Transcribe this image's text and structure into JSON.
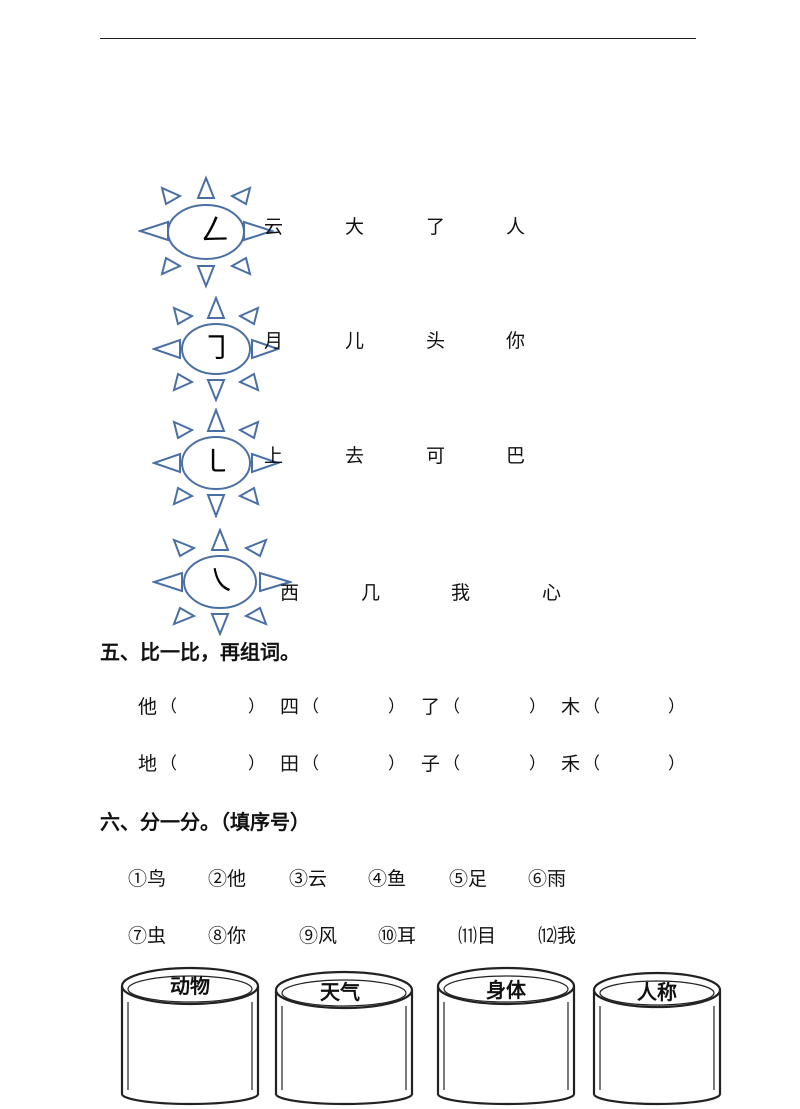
{
  "strokes": [
    {
      "glyph": "ㄥ",
      "chars": [
        "云",
        "大",
        "了",
        "人"
      ]
    },
    {
      "glyph": "㇆",
      "chars": [
        "月",
        "儿",
        "头",
        "你"
      ]
    },
    {
      "glyph": "㇄",
      "chars": [
        "上",
        "去",
        "可",
        "巴"
      ]
    },
    {
      "glyph": "㇏",
      "chars": [
        "西",
        "几",
        "我",
        "心"
      ]
    }
  ],
  "section5": {
    "title": "五、比一比，再组词。",
    "rows": [
      [
        "他",
        "四",
        "了",
        "木"
      ],
      [
        "地",
        "田",
        "子",
        "禾"
      ]
    ],
    "open": "（",
    "close": "）"
  },
  "section6": {
    "title": "六、分一分。（填序号）",
    "options_row1": [
      "①鸟",
      "②他",
      "③云",
      "④鱼",
      "⑤足",
      "⑥雨"
    ],
    "options_row2": [
      "⑦虫",
      "⑧你",
      "⑨风",
      "⑩耳",
      "⑾目",
      "⑿我"
    ],
    "buckets": [
      "动物",
      "天气",
      "身体",
      "人称"
    ]
  },
  "colors": {
    "sun_stroke": "#4a6fa5",
    "text": "#111111"
  }
}
